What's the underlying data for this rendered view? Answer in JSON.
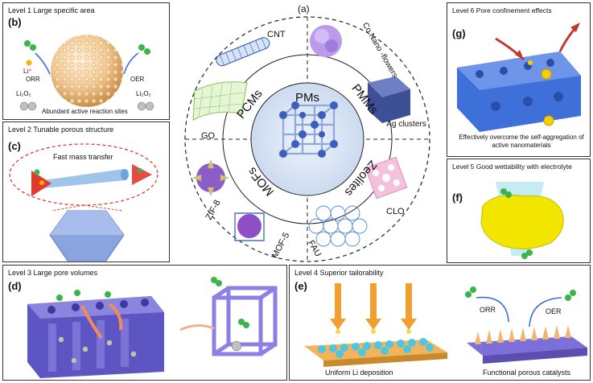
{
  "center": {
    "letter": "(a)",
    "core": "PMs",
    "quadrants": [
      "PCMs",
      "PMMs",
      "Zeolites",
      "MOFs"
    ],
    "items": [
      "CNT",
      "Co Nano -flowers",
      "Ag clusters",
      "GO",
      "ZIF-8",
      "MOF-5",
      "CLO",
      "FAU"
    ]
  },
  "level1": {
    "title": "Level 1 Large specific area",
    "letter": "(b)",
    "orr": "ORR",
    "oer": "OER",
    "li": "Li⁺",
    "li2o2_left": "Li₂O₂",
    "li2o2_right": "Li₂O₂",
    "caption": "Abundant active reaction sites"
  },
  "level2": {
    "title": "Level 2 Tunable porous structure",
    "letter": "(c)",
    "caption": "Fast mass transfer"
  },
  "level3": {
    "title": "Level 3 Large pore volumes",
    "letter": "(d)"
  },
  "level4": {
    "title": "Level 4 Superior tailorability",
    "letter": "(e)",
    "caption_left": "Uniform Li deposition",
    "caption_right": "Functional porous catalysts",
    "orr": "ORR",
    "oer": "OER"
  },
  "level5": {
    "title": "Level 5 Good wettability with electrolyte",
    "letter": "(f)"
  },
  "level6": {
    "title": "Level 6 Pore confinement effects",
    "letter": "(g)",
    "caption": "Effectively overcome the self-aggregation of active nanomaterials"
  },
  "colors": {
    "border": "#333333",
    "accent_blue": "#3b6fd1",
    "lattice": "#8fa9d6",
    "arrow_orange": "#f0a030",
    "arrow_red": "#c0392b",
    "yellow_material": "#f2e600",
    "purple_block": "#6b63c9"
  }
}
